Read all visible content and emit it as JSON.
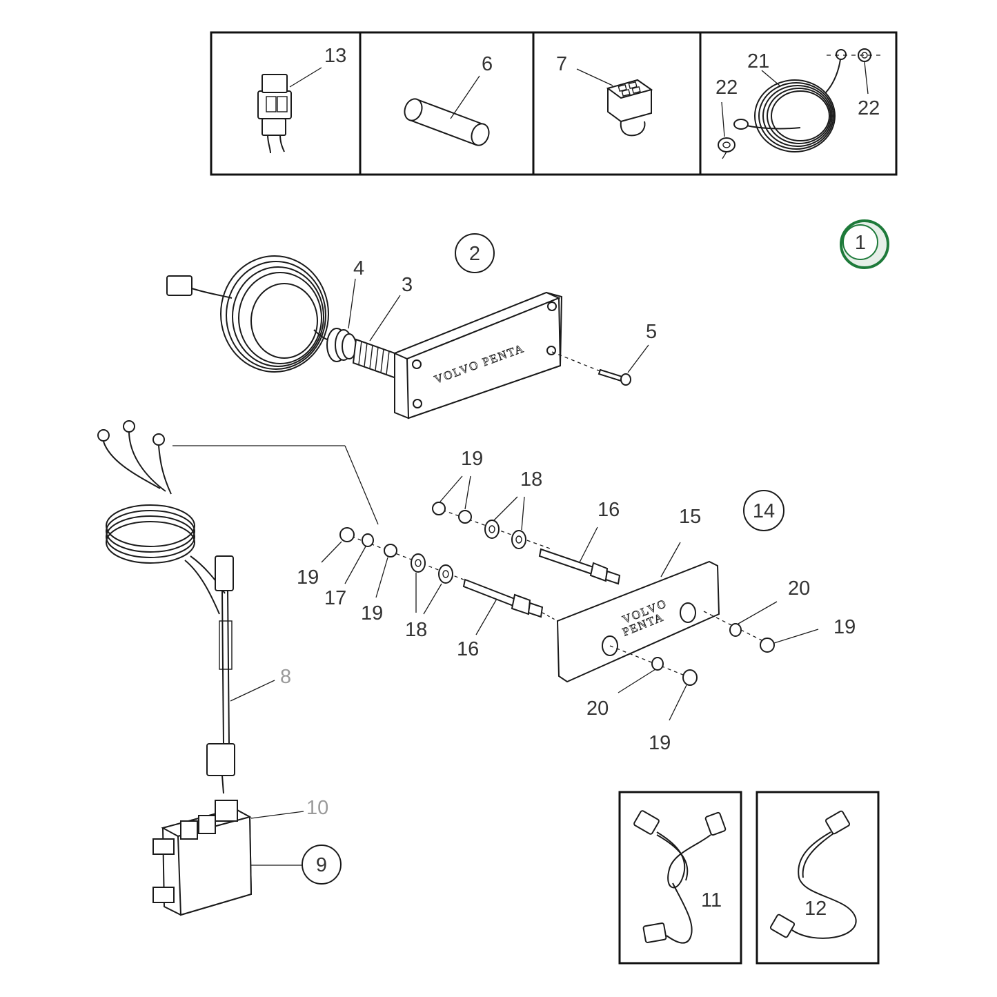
{
  "colors": {
    "line": "#1a1a1a",
    "label": "#333333",
    "label_muted": "#9a9a9a",
    "highlight_ring": "#1e7a3a",
    "highlight_fill": "#e6efe8"
  },
  "inset_boxes": [
    {
      "id": "box-13",
      "label": "13"
    },
    {
      "id": "box-6",
      "label": "6"
    },
    {
      "id": "box-7",
      "label": "7"
    },
    {
      "id": "box-21-22",
      "labels": [
        "21",
        "22",
        "22"
      ]
    },
    {
      "id": "box-11",
      "label": "11"
    },
    {
      "id": "box-12",
      "label": "12"
    }
  ],
  "circled_callouts": {
    "assembly_1": "1",
    "assembly_2": "2",
    "assembly_9": "9",
    "assembly_14": "14"
  },
  "callouts": {
    "c13": "13",
    "c6": "6",
    "c7": "7",
    "c21": "21",
    "c22a": "22",
    "c22b": "22",
    "c4": "4",
    "c3": "3",
    "c5": "5",
    "c19_top": "19",
    "c18_top": "18",
    "c16_top": "16",
    "c15": "15",
    "c19_left": "19",
    "c17": "17",
    "c19_mid": "19",
    "c18_mid": "18",
    "c16_mid": "16",
    "c20_right": "20",
    "c19_right": "19",
    "c20_bottom": "20",
    "c19_bottom": "19",
    "c8": "8",
    "c10": "10",
    "c11": "11",
    "c12": "12"
  },
  "brand_marks": {
    "panel_logo": "VOLVO PENTA",
    "plate_logo_line1": "VOLVO",
    "plate_logo_line2": "PENTA"
  },
  "highlighted_item": "1"
}
